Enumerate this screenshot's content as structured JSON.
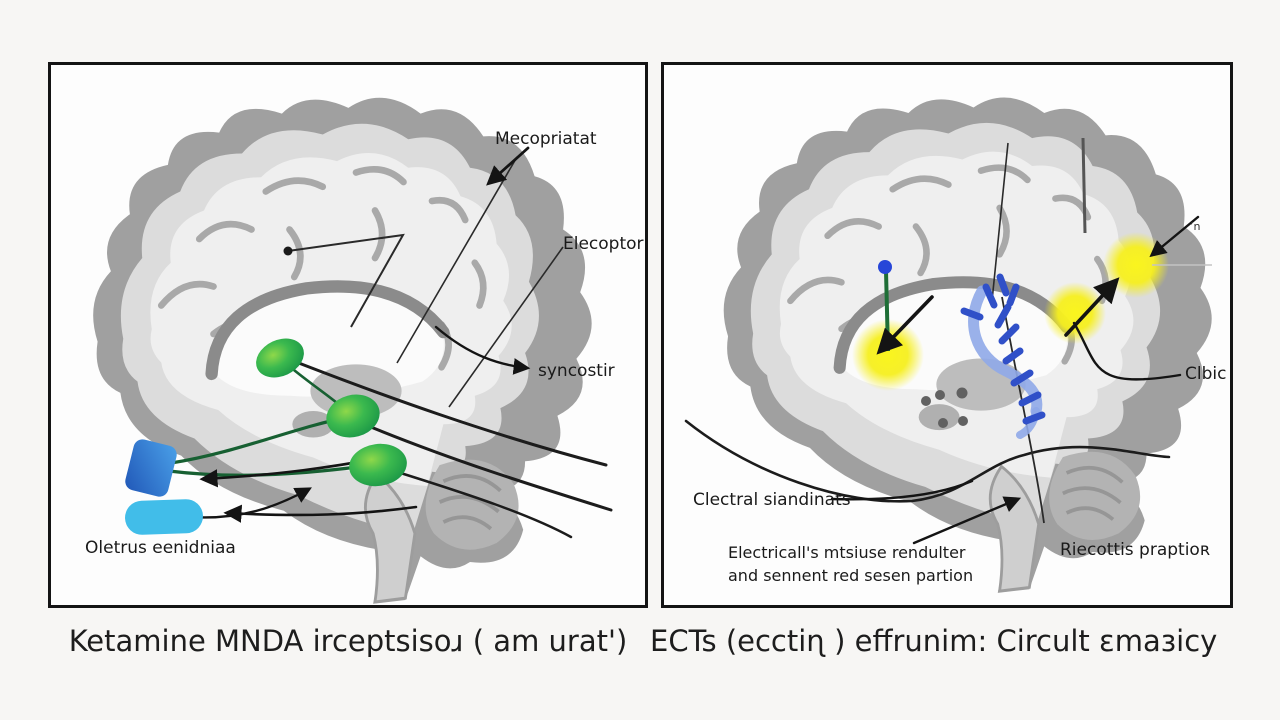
{
  "figure": {
    "background_color": "#f7f6f4",
    "panel_border_color": "#141414"
  },
  "left_panel": {
    "caption": "Ketamine MNDA irceptsisoɹ ( am urat')",
    "labels": {
      "mecopriatat": "Mecopriatat",
      "elecoptor": "Elecoptor",
      "syncostir": "syncostir",
      "oletrus": "Oletrus eenidniaa"
    },
    "colors": {
      "neuron_green": "#1ea44a",
      "neuron_green_light": "#79cf43",
      "axon_green": "#176032",
      "molecule_blue_dark": "#2158b8",
      "molecule_blue_light": "#4aa0e8",
      "molecule_cyan": "#41bde9"
    }
  },
  "right_panel": {
    "caption": "ECTs (ecctiɳ ) effrunim: Circult ɛmaɜicy",
    "labels": {
      "clectral": "Clectral siandinats",
      "electrical_line1": "Electricall's mtsiuse rendulter",
      "electrical_line2": "and sennent red sesen partion",
      "riecottis": "Riecottis praptioʀ",
      "clbic": "Clbic",
      "tiny": "ʼn"
    },
    "colors": {
      "glow_yellow": "#f6ef1f",
      "hippocampus_blue_dark": "#3050c8",
      "hippocampus_blue_light": "#8fa8e8",
      "electrode_green": "#1e6e36",
      "electrode_tip_blue": "#2746d8"
    }
  }
}
